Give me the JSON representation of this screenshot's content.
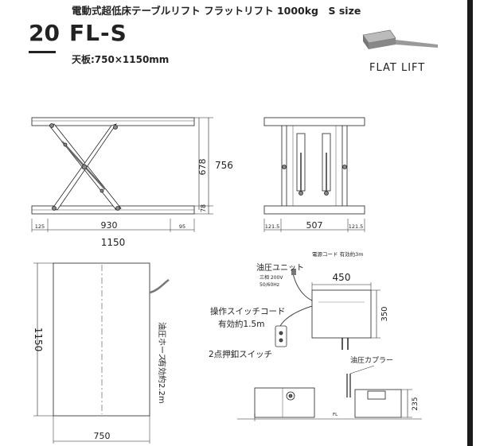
{
  "header": {
    "page_number": "20",
    "model": "FL-S",
    "subtitle": "電動式超低床テーブルリフト フラットリフト 1000kg　S size",
    "table_size": "天板:750×1150mm",
    "logo_text": "FLAT LIFT"
  },
  "front_view": {
    "dim_678": "678",
    "dim_756": "756",
    "dim_78": "78",
    "dim_125": "125",
    "dim_930": "930",
    "dim_95": "95",
    "dim_1150": "1150"
  },
  "side_view": {
    "dim_1215_left": "121.5",
    "dim_507": "507",
    "dim_1215_right": "121.5"
  },
  "top_view": {
    "dim_1150": "1150",
    "dim_750": "750",
    "hose_label": "油圧ホース",
    "hose_length": "有効約2.2m"
  },
  "unit_view": {
    "power_cord": "電源コード 有効約3m",
    "hydraulic_unit": "油圧ユニット",
    "power_spec_1": "三相 200V",
    "power_spec_2": "50/60Hz",
    "dim_450": "450",
    "dim_350": "350",
    "switch_cord": "操作スイッチコード",
    "switch_cord_length": "有効約1.5m",
    "switch": "2点押釦スイッチ",
    "coupler": "油圧カプラー",
    "dim_235": "235",
    "fl_mark": "FL"
  },
  "colors": {
    "ink": "#222222",
    "metal": "#8a8a8a",
    "bar": "#1a1a1a"
  }
}
